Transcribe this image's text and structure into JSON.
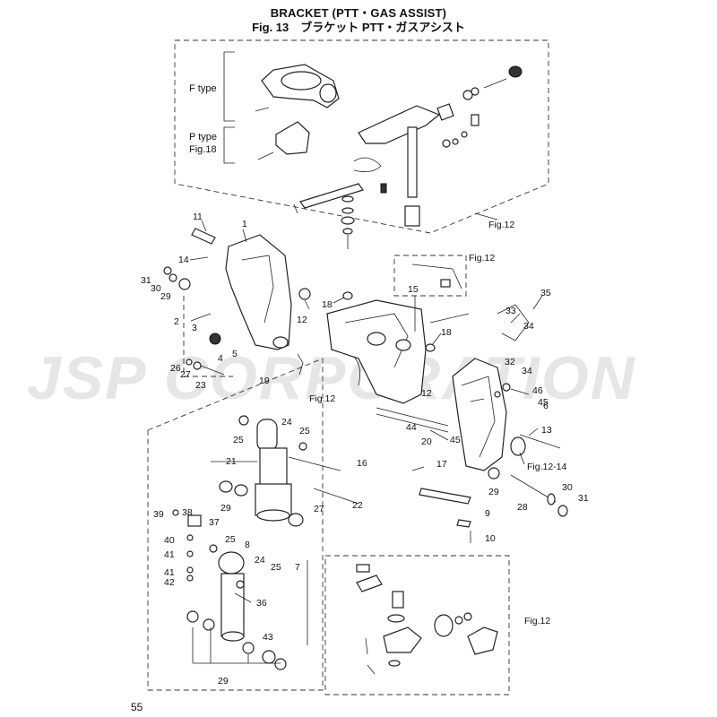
{
  "title": {
    "line1": "BRACKET (PTT・GAS ASSIST)",
    "line2": "Fig. 13　ブラケット PTT・ガスアシスト"
  },
  "page_number": "55",
  "watermark": "JSP CORPORATION",
  "type_labels": {
    "f_type": "F type",
    "p_type": "P type",
    "p_type_ref": "Fig.18"
  },
  "references": {
    "fig12": "Fig.12",
    "fig12_14": "Fig.12-14"
  },
  "callouts": [
    "1",
    "2",
    "3",
    "4",
    "5",
    "6",
    "7",
    "8",
    "9",
    "10",
    "11",
    "12",
    "13",
    "14",
    "15",
    "16",
    "17",
    "18",
    "19",
    "20",
    "21",
    "22",
    "23",
    "24",
    "25",
    "26",
    "27",
    "28",
    "29",
    "30",
    "31",
    "32",
    "33",
    "34",
    "35",
    "36",
    "37",
    "38",
    "39",
    "40",
    "41",
    "42",
    "43",
    "44",
    "45",
    "46"
  ]
}
